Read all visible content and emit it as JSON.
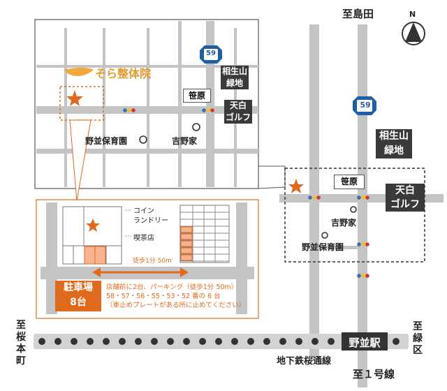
{
  "directions": {
    "north": "至島田",
    "sakuramotomachi": "至桜本町",
    "midori_ku": "至緑区",
    "route1": "至１号線"
  },
  "compass": "N",
  "route_number": "59",
  "clinic_name": "そら整体院",
  "landmarks": {
    "sasahara": "笹原",
    "tenpaku_golf": "天白ゴルフ",
    "aioiyama": "相生山緑地",
    "yoshinoya": "吉野家",
    "nursery": "野並保育園"
  },
  "station": "野並駅",
  "subway_line": "地下鉄桜通線",
  "inset": {
    "coin_laundry": "コイン\nランドリー",
    "cafe": "喫茶店",
    "walk": "徒歩1分 50m"
  },
  "parking": {
    "title": "駐車場",
    "count": "8台",
    "line1": "店舗前に2台、パーキング（徒歩1分 50m）",
    "line2": "58・57・56・55・53・52 番の 6 台",
    "line3": "（車止めプレートがある所に止めてください）"
  },
  "colors": {
    "road": "#c4c4c4",
    "accent": "#e06a1c",
    "label_dark": "#3a3a3a",
    "route_badge": "#1f5fa8"
  }
}
